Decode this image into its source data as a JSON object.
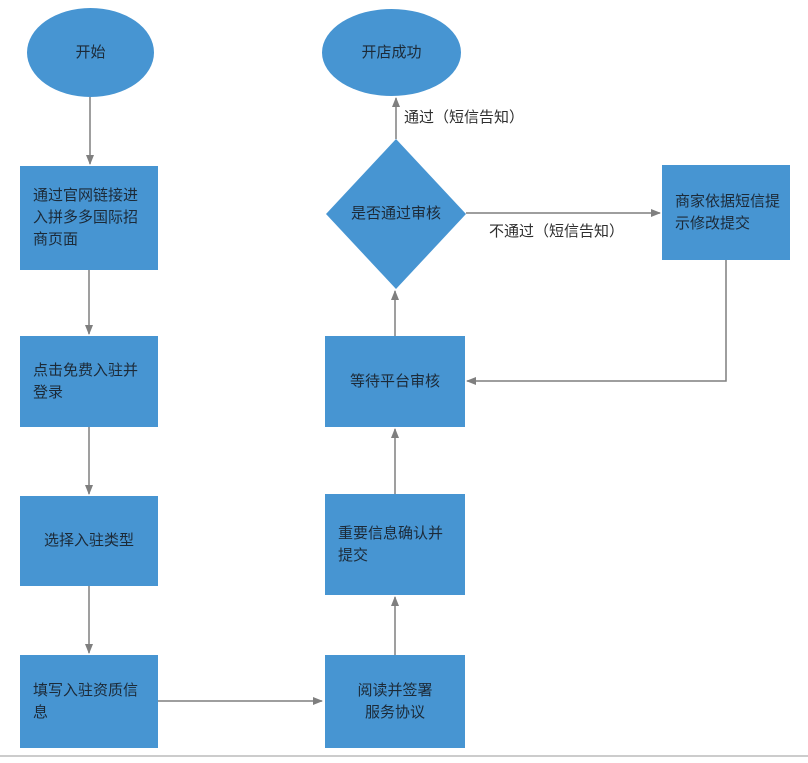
{
  "colors": {
    "background": "#ffffff",
    "node_fill": "#4795d2",
    "node_text": "#1c2a38",
    "label_text": "#2e2e2e",
    "arrow": "#7f7f7f",
    "divider": "#cccccc"
  },
  "nodes": {
    "start": {
      "shape": "ellipse",
      "label": "开始"
    },
    "open_page": {
      "shape": "rect",
      "label": "通过官网链接进\n入拼多多国际招\n商页面"
    },
    "click_join": {
      "shape": "rect",
      "label": "点击免费入驻并\n登录"
    },
    "select_type": {
      "shape": "rect",
      "label": "选择入驻类型"
    },
    "fill_info": {
      "shape": "rect",
      "label": "填写入驻资质信\n息"
    },
    "read_sign": {
      "shape": "rect",
      "label": "阅读并签署\n服务协议"
    },
    "confirm_submit": {
      "shape": "rect",
      "label": "重要信息确认并\n提交"
    },
    "wait_review": {
      "shape": "rect",
      "label": "等待平台审核"
    },
    "decision": {
      "shape": "diamond",
      "label": "是否通过审核"
    },
    "success": {
      "shape": "ellipse",
      "label": "开店成功"
    },
    "modify_resubmit": {
      "shape": "rect",
      "label": "商家依据短信提\n示修改提交"
    }
  },
  "edge_labels": {
    "pass": "通过（短信告知）",
    "fail": "不通过（短信告知）"
  }
}
